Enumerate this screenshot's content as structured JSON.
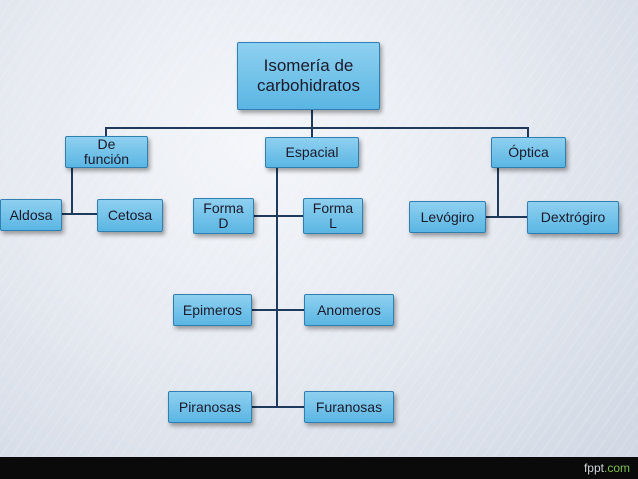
{
  "diagram": {
    "root": "Isomería de\ncarbohidratos",
    "branches": {
      "funcion": {
        "label": "De\nfunción",
        "children": [
          "Aldosa",
          "Cetosa"
        ]
      },
      "espacial": {
        "label": "Espacial",
        "children": [
          "Forma\nD",
          "Forma\nL",
          "Epimeros",
          "Anomeros",
          "Piranosas",
          "Furanosas"
        ]
      },
      "optica": {
        "label": "Óptica",
        "children": [
          "Levógiro",
          "Dextrógiro"
        ]
      }
    }
  },
  "footer": {
    "brand": "fppt",
    "suffix": ".com"
  },
  "colors": {
    "node_fill": "#6cc0e8",
    "connector": "#1e3a5c"
  }
}
